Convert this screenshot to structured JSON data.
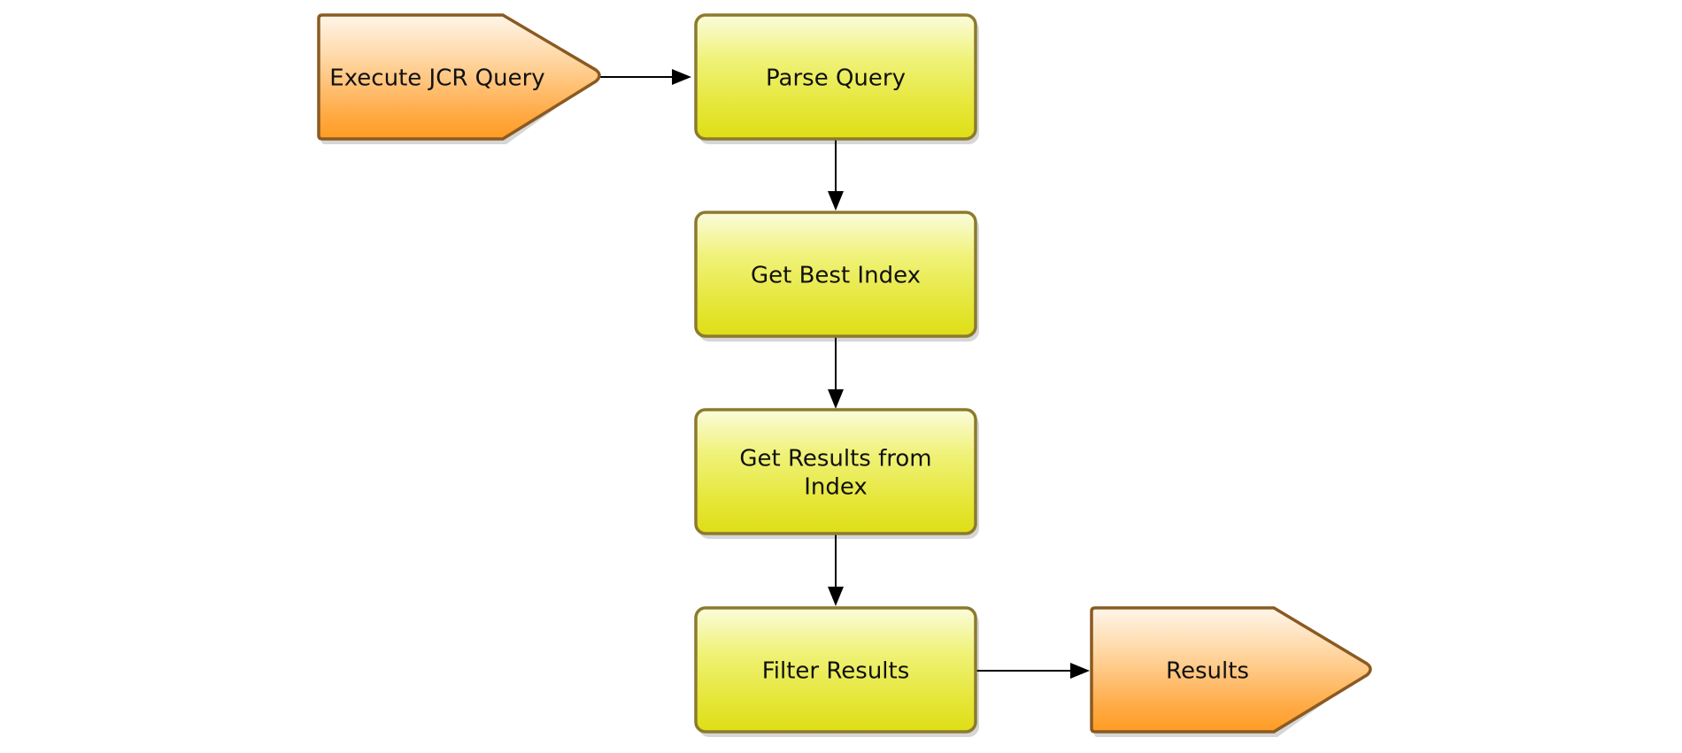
{
  "nodes": {
    "execute_jcr_query": "Execute JCR Query",
    "parse_query": "Parse Query",
    "get_best_index": "Get Best Index",
    "get_results_from_index": [
      "Get Results from",
      "Index"
    ],
    "filter_results": "Filter Results",
    "results": "Results"
  },
  "colors": {
    "step_fill_top": "#fbfcdc",
    "step_fill_bottom": "#e2e21a",
    "step_border": "#8c7a2e",
    "terminal_fill_top": "#fff6ea",
    "terminal_fill_bottom": "#ffa02a",
    "terminal_border": "#8a5a22",
    "connector": "#000000"
  }
}
